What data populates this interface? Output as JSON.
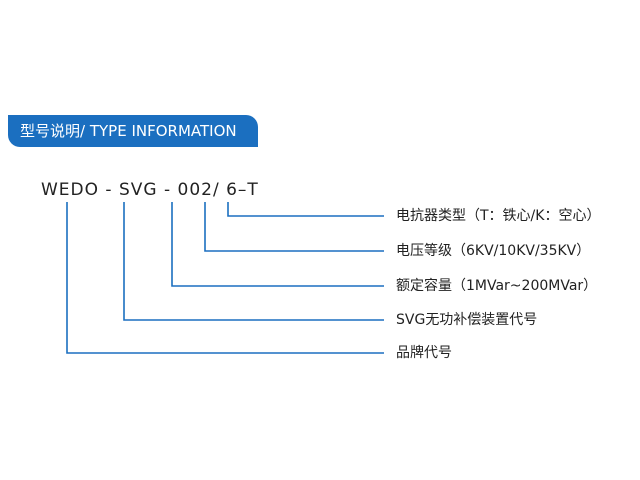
{
  "header": {
    "title": "型号说明/ TYPE INFORMATION"
  },
  "model_code": "WEDO - SVG - 002/ 6–T",
  "fields": [
    {
      "label": "电抗器类型（T：铁心/K：空心）"
    },
    {
      "label": "电压等级（6KV/10KV/35KV）"
    },
    {
      "label": "额定容量（1MVar~200MVar）"
    },
    {
      "label": "SVG无功补偿装置代号"
    },
    {
      "label": "品牌代号"
    }
  ],
  "colors": {
    "accent": "#1b6fc0",
    "text": "#222222"
  }
}
